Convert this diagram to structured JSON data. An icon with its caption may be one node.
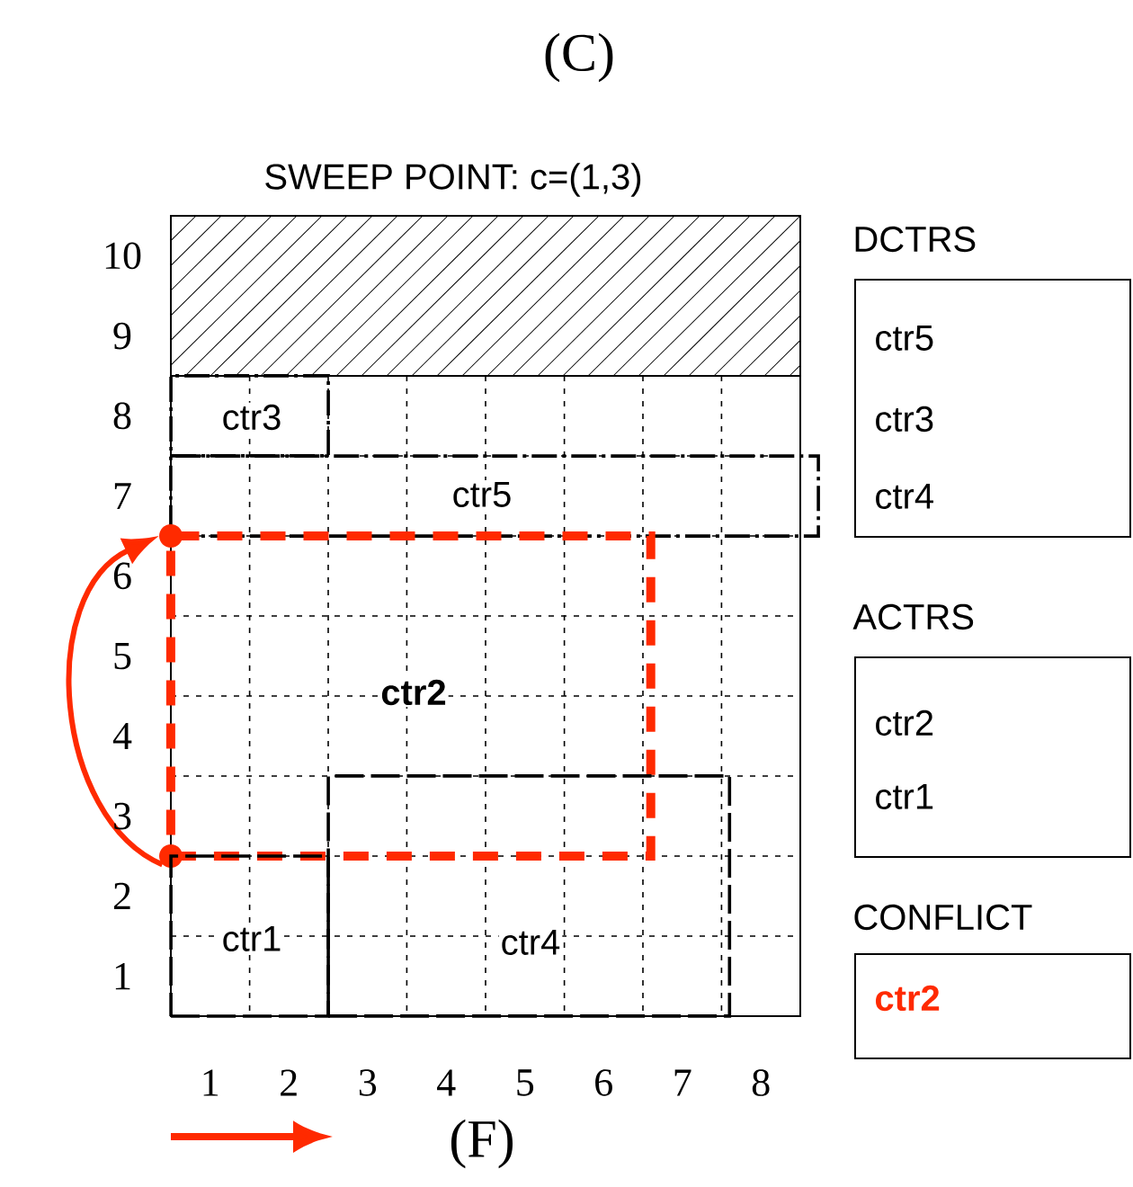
{
  "diagram": {
    "nodes": [
      {
        "text": [
          "ctr3"
        ]
      },
      {
        "text": [
          "ctr5"
        ]
      },
      {
        "text": [],
        "shape": "circle"
      },
      {
        "text": [
          "ctr2"
        ]
      },
      {
        "text": [],
        "shape": "circle"
      },
      {
        "text": [
          "ctr1"
        ]
      },
      {
        "text": [
          "ctr4"
        ]
      },
      {
        "text": [
          "DCTRS",
          "ctr5",
          "ctr3",
          "ctr4"
        ]
      },
      {
        "text": [
          "ACTRS",
          "ctr2",
          "ctr1"
        ]
      },
      {
        "text": [
          "CONFLICT",
          "ctr2"
        ]
      }
    ],
    "edges": [
      {
        "from": 4,
        "to": 2,
        "arrow": "to",
        "color": "#ff2a00"
      }
    ],
    "labels": [
      "(C)",
      "SWEEP POINT: c=(1,3)",
      "10",
      "9",
      "8",
      "7",
      "6",
      "5",
      "4",
      "3",
      "2",
      "1",
      "1",
      "2",
      "3",
      "4",
      "5",
      "6",
      "7",
      "8",
      "(F)"
    ]
  }
}
